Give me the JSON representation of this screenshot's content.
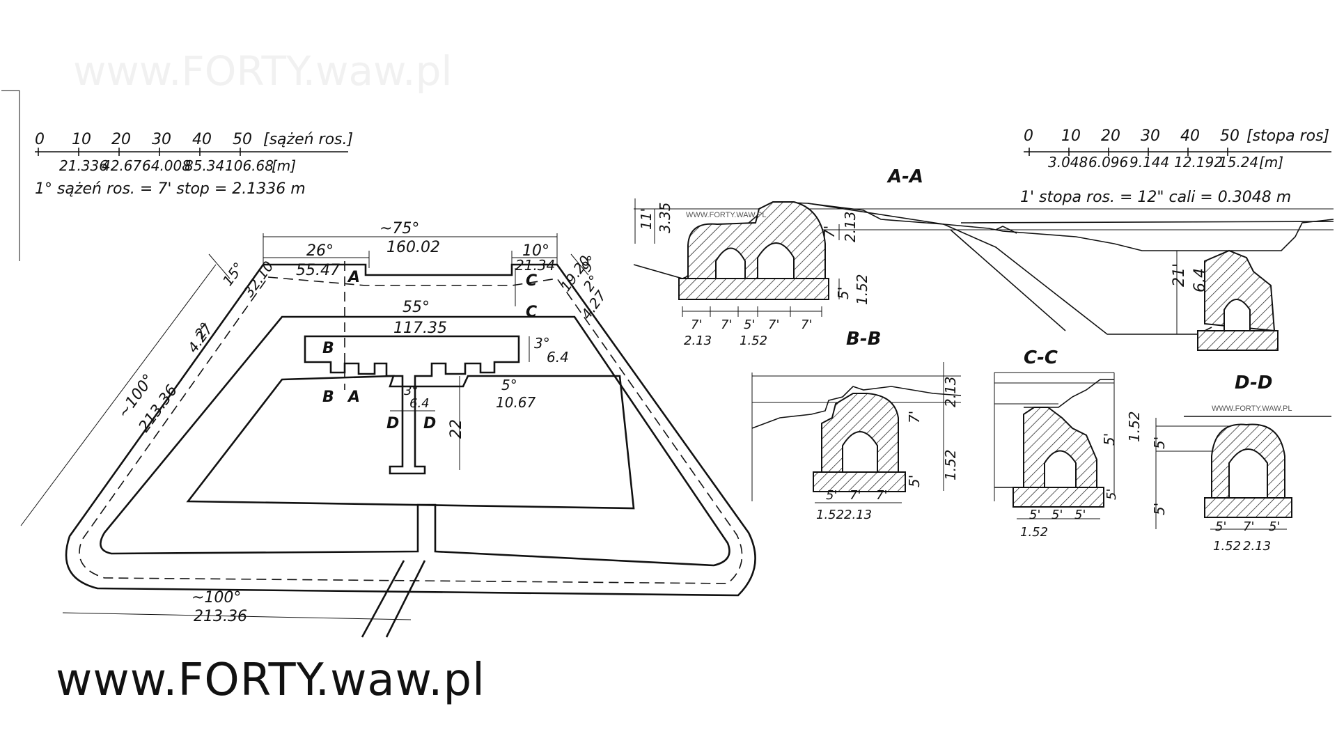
{
  "watermark_top": "www.FORTY.waw.pl",
  "footer_url": "www.FORTY.waw.pl",
  "small_watermarks": [
    "WWW.FORTY.WAW.PL",
    "WWW.FORTY.WAW.PL"
  ],
  "scale_left": {
    "ticks": [
      "0",
      "10",
      "20",
      "30",
      "40",
      "50"
    ],
    "unit": "[sążeń ros.]",
    "meters": [
      "21.336",
      "42.67",
      "64.008",
      "85.34",
      "106.68"
    ],
    "meters_unit": "[m]",
    "note": "1° sążeń ros. = 7' stop = 2.1336 m"
  },
  "scale_right": {
    "ticks": [
      "0",
      "10",
      "20",
      "30",
      "40",
      "50"
    ],
    "unit": "[stopa ros]",
    "meters": [
      "3.048",
      "6.096",
      "9.144",
      "12.192",
      "15.24"
    ],
    "meters_unit": "[m]",
    "note": "1' stopa ros. = 12\" cali = 0.3048 m"
  },
  "plan": {
    "top_total": "~75°",
    "top_total_m": "160.02",
    "top_left": "26°",
    "top_left_m": "55.47",
    "top_right": "10°",
    "top_right_m": "21.34",
    "left_side": "~100°",
    "left_side_m": "213.36",
    "bottom_side": "~100°",
    "bottom_side_m": "213.36",
    "corner_left_1": "15°",
    "corner_left_1_m": "32.10",
    "corner_left_2": "2°",
    "corner_left_2_m": "4.27",
    "corner_right_1": "9°",
    "corner_right_1_m": "19.20",
    "corner_right_2": "2°",
    "corner_right_2_m": "4.27",
    "barrack_len": "55°",
    "barrack_len_m": "117.35",
    "barrack_w": "3°",
    "barrack_w_m": "6.4",
    "barrack_step": "5°",
    "barrack_step_m": "10.67",
    "stem_w": "3°",
    "stem_w_m": "6.4",
    "stem_len": "22",
    "letters": [
      "A",
      "A",
      "B",
      "B",
      "C",
      "C",
      "D",
      "D"
    ]
  },
  "sections": {
    "aa": {
      "title": "A-A",
      "labels": [
        "11'",
        "3.35",
        "7'",
        "2.13",
        "5'",
        "1.52",
        "7'",
        "7'",
        "5'",
        "7'",
        "7'",
        "2.13",
        "1.52",
        "21'",
        "6.4"
      ]
    },
    "bb": {
      "title": "B-B",
      "labels": [
        "7'",
        "2.13",
        "5'",
        "1.52",
        "5'",
        "7'",
        "7'",
        "1.52",
        "2.13"
      ]
    },
    "cc": {
      "title": "C-C",
      "labels": [
        "5'",
        "1.52",
        "5'",
        "5'",
        "5'",
        "5'",
        "1.52"
      ]
    },
    "dd": {
      "title": "D-D",
      "labels": [
        "5'",
        "5'",
        "5'",
        "7'",
        "5'",
        "1.52",
        "2.13"
      ]
    }
  }
}
